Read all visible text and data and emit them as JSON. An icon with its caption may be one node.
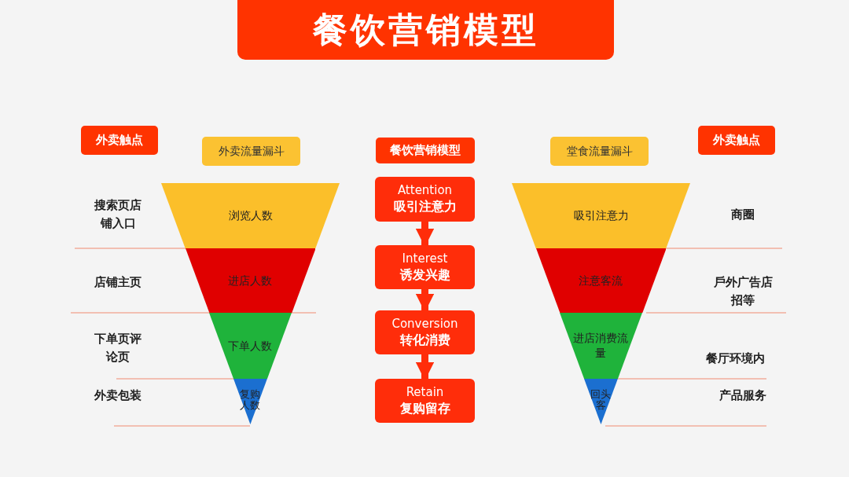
{
  "diagram": {
    "title": "餐饮营销模型",
    "nodes": [
      {
        "text": [
          "外卖触点"
        ]
      },
      {
        "text": [
          "外卖流量漏斗"
        ]
      },
      {
        "text": [
          "餐饮营销模型"
        ]
      },
      {
        "text": [
          "堂食流量漏斗"
        ]
      },
      {
        "text": [
          "外卖触点"
        ]
      },
      {
        "text": [
          "浏览人数"
        ]
      },
      {
        "text": [
          "进店人数"
        ]
      },
      {
        "text": [
          "下单人数"
        ]
      },
      {
        "text": [
          "复购人数"
        ]
      },
      {
        "text": [
          "Attention",
          "吸引注意力"
        ]
      },
      {
        "text": [
          "Interest",
          "诱发兴趣"
        ]
      },
      {
        "text": [
          "Conversion",
          "转化消费"
        ]
      },
      {
        "text": [
          "Retain",
          "复购留存"
        ]
      },
      {
        "text": [
          "吸引注意力"
        ]
      },
      {
        "text": [
          "注意客流"
        ]
      },
      {
        "text": [
          "进店消费流量"
        ]
      },
      {
        "text": [
          "回头客"
        ]
      }
    ],
    "edges": [
      {
        "from": 9,
        "to": 10,
        "arrow": "to"
      },
      {
        "from": 10,
        "to": 11,
        "arrow": "to"
      },
      {
        "from": 11,
        "to": 12,
        "arrow": "to"
      }
    ],
    "labels": [
      "搜索页店铺入口",
      "商圈",
      "店铺主页",
      "戶外广告店招等",
      "下单页评论页",
      "餐厅环境内",
      "外卖包装",
      "产品服务"
    ]
  }
}
